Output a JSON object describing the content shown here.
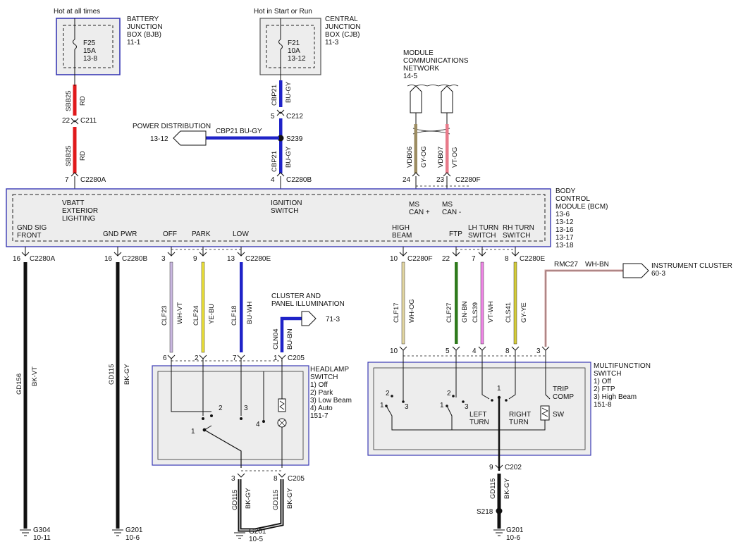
{
  "header": {
    "hot_at_all_times": "Hot at all times",
    "hot_in_start_run": "Hot in Start or Run"
  },
  "bjb": {
    "label": [
      "BATTERY",
      "JUNCTION",
      "BOX (BJB)",
      "11-1"
    ],
    "fuse": [
      "F25",
      "15A",
      "13-8"
    ]
  },
  "cjb": {
    "label": [
      "CENTRAL",
      "JUNCTION",
      "BOX (CJB)",
      "11-3"
    ],
    "fuse": [
      "F21",
      "10A",
      "13-12"
    ]
  },
  "network": {
    "label": [
      "MODULE",
      "COMMUNICATIONS",
      "NETWORK",
      "14-5"
    ]
  },
  "power_distribution": {
    "label": "POWER DISTRIBUTION",
    "ref": "13-12"
  },
  "bcm": {
    "label": [
      "BODY",
      "CONTROL",
      "MODULE (BCM)",
      "13-6",
      "13-12",
      "13-16",
      "13-17",
      "13-18"
    ],
    "pins": {
      "vbatt": [
        "VBATT",
        "EXTERIOR",
        "LIGHTING"
      ],
      "ignition": [
        "IGNITION",
        "SWITCH"
      ],
      "ms_can_plus": [
        "MS",
        "CAN +"
      ],
      "ms_can_minus": [
        "MS",
        "CAN -"
      ],
      "gnd_sig": [
        "GND SIG",
        "FRONT"
      ],
      "gnd_pwr": "GND PWR",
      "off": "OFF",
      "park": "PARK",
      "low": "LOW",
      "high_beam": [
        "HIGH",
        "BEAM"
      ],
      "ftp": "FTP",
      "lh_turn": [
        "LH TURN",
        "SWITCH"
      ],
      "rh_turn": [
        "RH TURN",
        "SWITCH"
      ]
    }
  },
  "upper_wires": {
    "sbb25_a": {
      "circuit": "SBB25",
      "color": "RD"
    },
    "sbb25_b": {
      "circuit": "SBB25",
      "color": "RD"
    },
    "cbp21_a": {
      "circuit": "CBP21",
      "color": "BU-GY"
    },
    "cbp21_h": {
      "circuit": "CBP21",
      "color": "BU-GY"
    },
    "cbp21_b": {
      "circuit": "CBP21",
      "color": "BU-GY"
    },
    "vdb06": {
      "circuit": "VDB06",
      "color": "GY-OG"
    },
    "vdb07": {
      "circuit": "VDB07",
      "color": "VT-OG"
    }
  },
  "upper_connectors": {
    "c211": {
      "pin": "22",
      "name": "C211"
    },
    "c2280a_top": {
      "pin": "7",
      "name": "C2280A"
    },
    "c212": {
      "pin": "5",
      "name": "C212"
    },
    "s239": "S239",
    "c2280b_top": {
      "pin": "4",
      "name": "C2280B"
    },
    "c2280f_top": {
      "pin1": "24",
      "pin2": "23",
      "name": "C2280F"
    }
  },
  "lower_wires": [
    {
      "circuit": "GD156",
      "color": "BK-VT"
    },
    {
      "circuit": "GD115",
      "color": "BK-GY"
    },
    {
      "circuit": "CLF23",
      "color": "WH-VT"
    },
    {
      "circuit": "CLF24",
      "color": "YE-BU"
    },
    {
      "circuit": "CLF18",
      "color": "BU-WH"
    },
    {
      "circuit": "CLF17",
      "color": "WH-OG"
    },
    {
      "circuit": "CLF27",
      "color": "GN-BN"
    },
    {
      "circuit": "CLS39",
      "color": "VT-WH"
    },
    {
      "circuit": "CLS41",
      "color": "GY-YE"
    }
  ],
  "lower_connectors": {
    "gnd_sig": {
      "pin": "16",
      "name": "C2280A"
    },
    "gnd_pwr": {
      "pin": "16",
      "name": "C2280B"
    },
    "c2280e_left": {
      "pins": [
        "3",
        "9",
        "13"
      ],
      "name": "C2280E"
    },
    "c2280f_bottom": {
      "pin": "10",
      "name": "C2280F"
    },
    "c2280e_right": {
      "pins": [
        "22",
        "7",
        "8"
      ],
      "name": "C2280E"
    }
  },
  "rmc27": {
    "circuit": "RMC27",
    "color": "WH-BN"
  },
  "instrument_cluster": {
    "label": "INSTRUMENT CLUSTER",
    "ref": "60-3"
  },
  "cluster_illum": {
    "label": [
      "CLUSTER AND",
      "PANEL ILLUMINATION"
    ],
    "ref": "71-3",
    "circuit": "CLN04",
    "color": "BU-BN"
  },
  "headlamp_switch": {
    "label": [
      "HEADLAMP",
      "SWITCH",
      "1) Off",
      "2) Park",
      "3) Low Beam",
      "4) Auto",
      "151-7"
    ],
    "top_pins": [
      "6",
      "2",
      "7",
      "1"
    ],
    "connector": "C205",
    "positions": [
      "1",
      "2",
      "3",
      "4"
    ],
    "bottom_pins": [
      "3",
      "8"
    ],
    "bottom_connector": "C205"
  },
  "multifunction_switch": {
    "label": [
      "MULTIFUNCTION",
      "SWITCH",
      "1) Off",
      "2) FTP",
      "3) High Beam",
      "151-8"
    ],
    "top_pins": [
      "10",
      "5",
      "4",
      "8",
      "3"
    ],
    "positions_a": [
      "2",
      "1",
      "3"
    ],
    "positions_b": [
      "2",
      "1",
      "3"
    ],
    "center_pin": "1",
    "left_turn": [
      "LEFT",
      "TURN"
    ],
    "right_turn": [
      "RIGHT",
      "TURN"
    ],
    "trip": [
      "TRIP",
      "COMP",
      "SW"
    ],
    "bottom_pin": "9",
    "bottom_connector": "C202"
  },
  "hl_ground_wires": [
    {
      "circuit": "GD115",
      "color": "BK-GY"
    },
    {
      "circuit": "GD115",
      "color": "BK-GY"
    }
  ],
  "mfs_ground_wire": {
    "circuit": "GD115",
    "color": "BK-GY"
  },
  "s218": "S218",
  "grounds": {
    "g304": {
      "name": "G304",
      "ref": "10-11"
    },
    "g201_a": {
      "name": "G201",
      "ref": "10-6"
    },
    "g201_b": {
      "name": "G201",
      "ref": "10-5"
    },
    "g201_c": {
      "name": "G201",
      "ref": "10-6"
    }
  },
  "colors": {
    "red": "#e0191b",
    "blue": "#1f23c8",
    "gray_olive": "#9c8c62",
    "violet_orange": "#e87a8a",
    "black": "#111111",
    "white_violet": "#c9b7e0",
    "yellow": "#ece13a",
    "green": "#2f7a1d",
    "pink": "#ef86e6",
    "gray_yellow": "#d5cc3a",
    "white_orange": "#e2d6a2",
    "white_brown": "#d4a3a3",
    "box_border": "#3a3ab5"
  }
}
